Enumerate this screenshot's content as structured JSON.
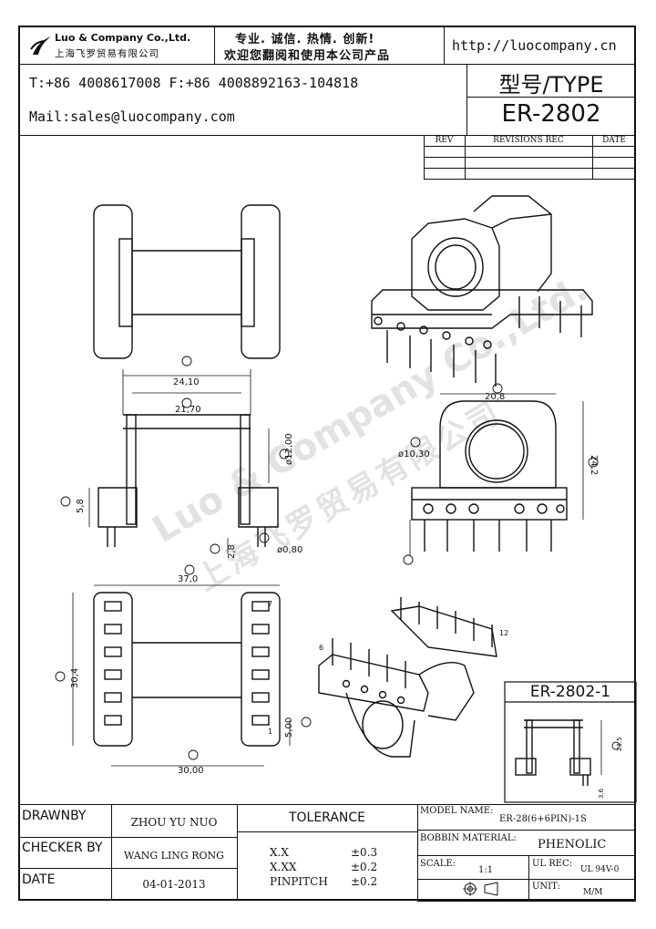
{
  "header": {
    "company_name": "Luo & Company Co.,Ltd.",
    "company_name_cn": "上海飞罗贸易有限公司",
    "slogan_line1": "专业. 诚信. 热情. 创新!",
    "slogan_line2": "欢迎您翻阅和使用本公司产品",
    "website": "http://luocompany.cn",
    "phone_fax": "T:+86 4008617008 F:+86 4008892163-104818",
    "email": "Mail:sales@luocompany.com",
    "type_label": "型号/TYPE",
    "type_value": "ER-2802"
  },
  "revisions": {
    "col_rev": "REV",
    "col_revisions": "REVISIONS REC",
    "col_date": "DATE"
  },
  "watermark": {
    "line1": "Luo & Company Co.,Ltd.",
    "line2": "上海飞罗贸易有限公司"
  },
  "dimensions": {
    "d_24_10": "24,10",
    "d_21_70": "21,70",
    "d_12_00": "ø12,00",
    "d_5_8": "5,8",
    "d_2_8": "2,8",
    "d_0_80": "ø0,80",
    "d_20_8": "20,8",
    "d_10_30": "ø10,30",
    "d_24_2": "24,2",
    "d_37_0": "37,0",
    "d_30_4": "30,4",
    "d_5_00": "5,00",
    "d_30_00": "30,00",
    "pin_7": "7",
    "pin_1": "1",
    "pin_6": "6",
    "pin_12": "12"
  },
  "detail": {
    "label": "ER-2802-1",
    "d_a": "23.5",
    "d_b": "3.6"
  },
  "title_block": {
    "drawnby_label": "DRAWNBY",
    "drawnby_value": "ZHOU YU NUO",
    "checker_label": "CHECKER BY",
    "checker_value": "WANG LING RONG",
    "date_label": "DATE",
    "date_value": "04-01-2013",
    "tolerance_label": "TOLERANCE",
    "tol_xx_label": "X.X",
    "tol_xx_value": "±0.3",
    "tol_xxx_label": "X.XX",
    "tol_xxx_value": "±0.2",
    "tol_pin_label": "PINPITCH",
    "tol_pin_value": "±0.2",
    "model_label": "MODEL NAME:",
    "model_value": "ER-28(6+6PIN)-1S",
    "bobbin_label": "BOBBIN MATERIAL:",
    "bobbin_value": "PHENOLIC",
    "scale_label": "SCALE:",
    "scale_value": "1:1",
    "ulrec_label": "UL REC:",
    "ulrec_value": "UL 94V-0",
    "unit_label": "UNIT:",
    "unit_value": "M/M"
  }
}
